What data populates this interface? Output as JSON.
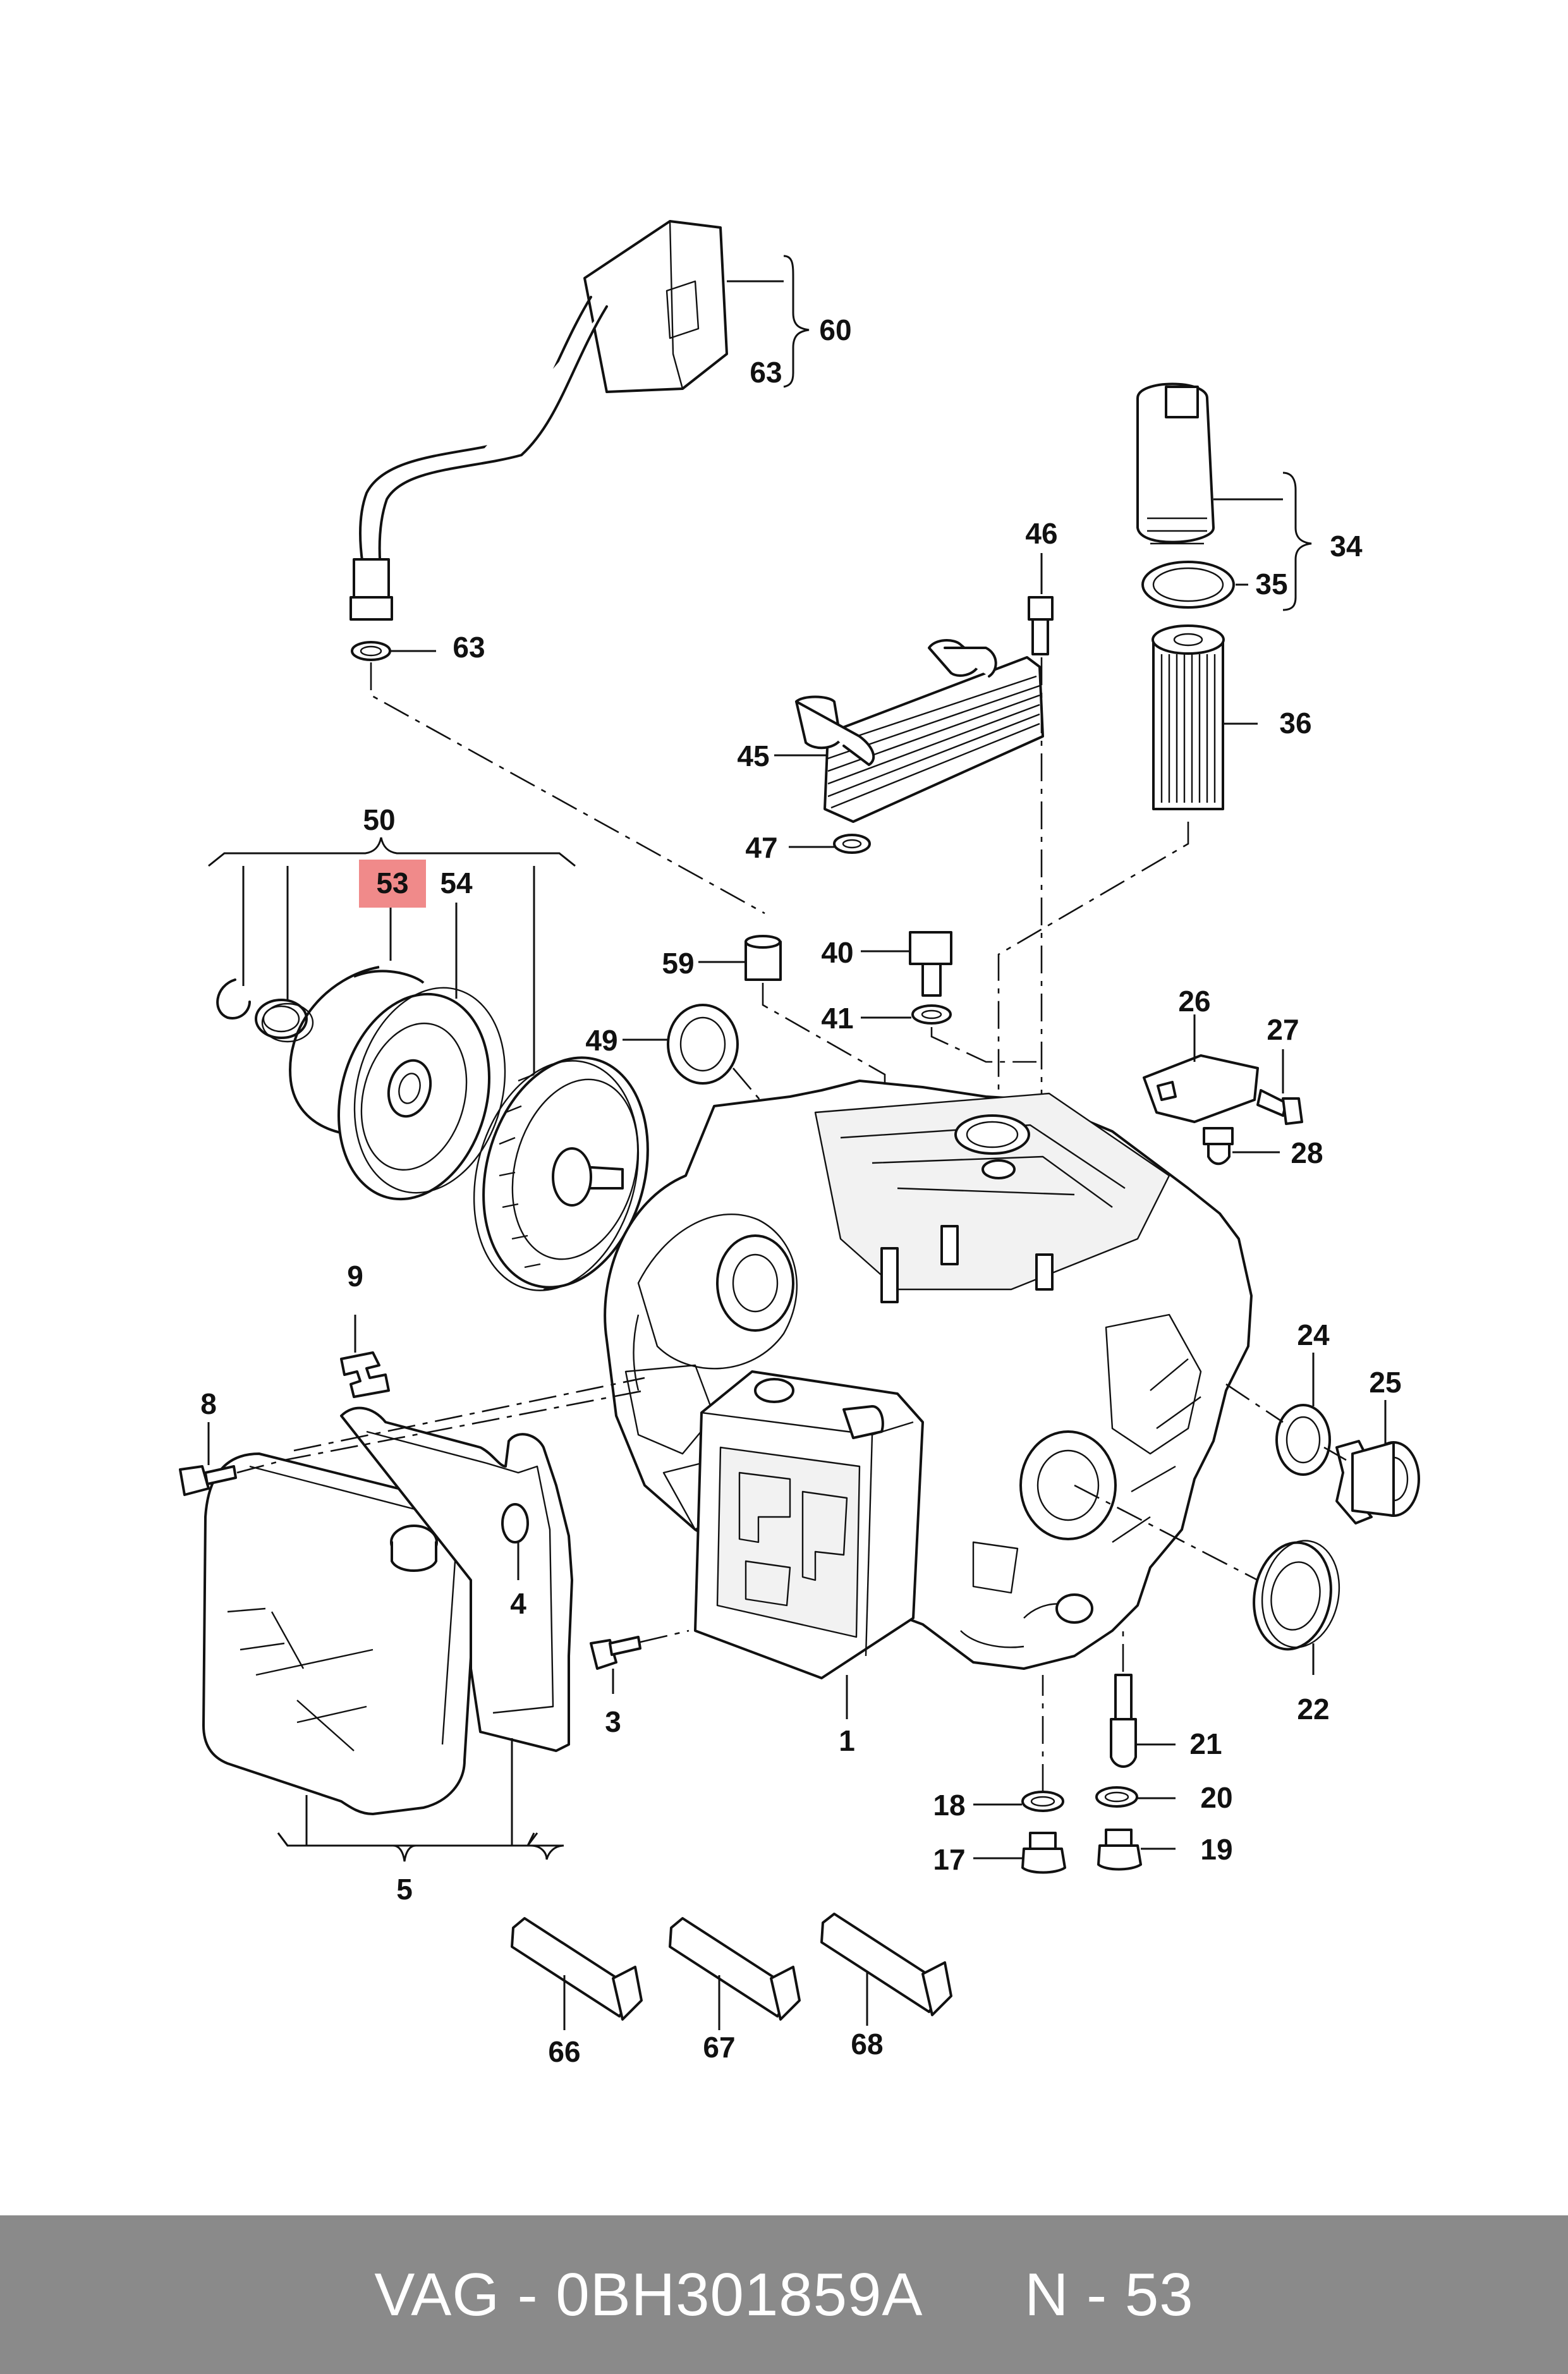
{
  "labels": {
    "l1": "1",
    "l3": "3",
    "l4": "4",
    "l5": "5",
    "l8": "8",
    "l9": "9",
    "l17": "17",
    "l18": "18",
    "l19": "19",
    "l20": "20",
    "l21": "21",
    "l22": "22",
    "l24": "24",
    "l25": "25",
    "l26": "26",
    "l27": "27",
    "l28": "28",
    "l34": "34",
    "l35": "35",
    "l36": "36",
    "l40": "40",
    "l41": "41",
    "l45": "45",
    "l46": "46",
    "l47": "47",
    "l49": "49",
    "l50": "50",
    "l53": "53",
    "l54": "54",
    "l59": "59",
    "l60": "60",
    "l63a": "63",
    "l63b": "63",
    "l66": "66",
    "l67": "67",
    "l68": "68"
  },
  "highlight": {
    "label": "53",
    "color": "#f08a8a"
  },
  "footer": {
    "text": "VAG - 0BH301859A      N - 53",
    "background": "#8a8a8a",
    "text_color": "#ffffff"
  }
}
